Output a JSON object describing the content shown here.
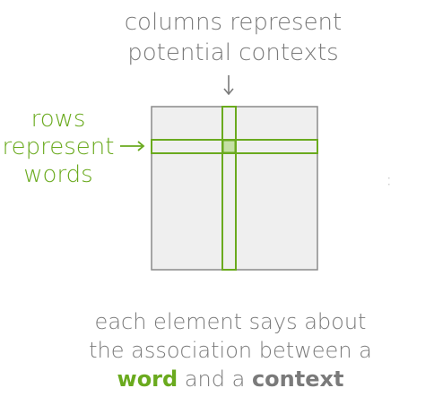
{
  "columns_label": {
    "line1": "columns represent",
    "line2": "potential contexts"
  },
  "rows_label": {
    "line1": "rows",
    "line2": "represent",
    "line3": "words"
  },
  "caption": {
    "line1": "each element says about",
    "line2": "the association between a",
    "word": "word",
    "middle": " and a ",
    "context": "context"
  },
  "colors": {
    "green": "#6aaa1e",
    "gray_text": "#7a7a7a",
    "matrix_fill": "#efefef",
    "matrix_border": "#8a8a8a",
    "highlight_cell": "#c5e0a5"
  },
  "icons": [
    "arrow-down-icon",
    "arrow-right-icon"
  ]
}
